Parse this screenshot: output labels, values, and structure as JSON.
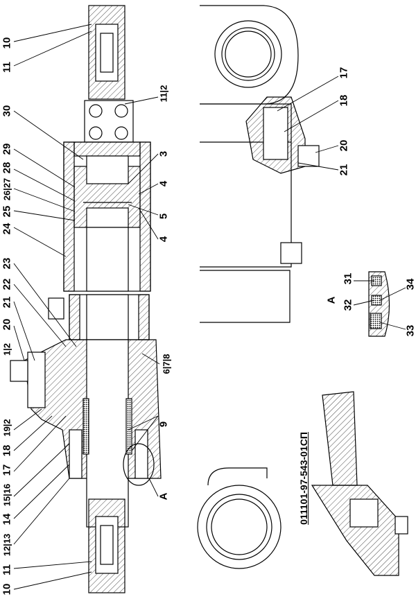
{
  "drawing_number": "011101-97-543-01СП",
  "main_view_labels": {
    "left": [
      "10",
      "11",
      "30",
      "29",
      "28",
      "26|27",
      "25",
      "24",
      "23",
      "22",
      "21",
      "20",
      "1|2",
      "19|2",
      "18",
      "17",
      "15|16",
      "14",
      "12|13",
      "11",
      "10"
    ],
    "right": [
      "11|2",
      "3",
      "4",
      "5",
      "4",
      "6|7|8",
      "9",
      "A"
    ]
  },
  "side_view_labels": [
    "17",
    "18",
    "20",
    "21"
  ],
  "detail_a": {
    "title": "A",
    "labels": [
      "31",
      "32",
      "34",
      "33"
    ]
  }
}
